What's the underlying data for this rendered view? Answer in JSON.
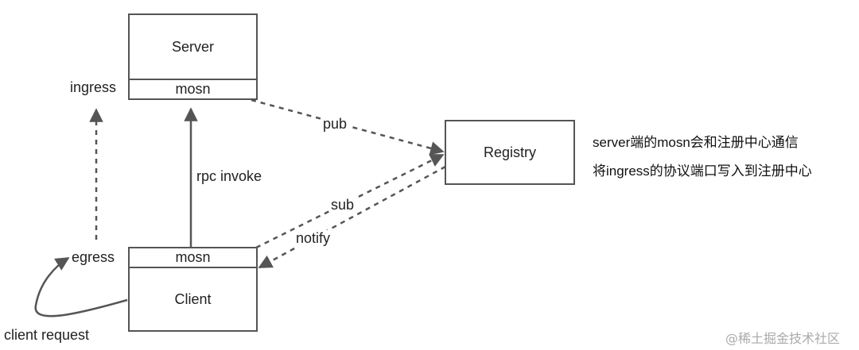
{
  "server": {
    "title": "Server",
    "proxy": "mosn"
  },
  "client": {
    "title": "Client",
    "proxy": "mosn"
  },
  "registry": {
    "title": "Registry"
  },
  "labels": {
    "ingress": "ingress",
    "egress": "egress",
    "client_request": "client request",
    "rpc_invoke": "rpc invoke",
    "pub": "pub",
    "sub": "sub",
    "notify": "notify"
  },
  "note": {
    "line1": "server端的mosn会和注册中心通信",
    "line2": "将ingress的协议端口写入到注册中心"
  },
  "watermark": "@稀土掘金技术社区",
  "colors": {
    "stroke": "#555555",
    "text": "#222222",
    "watermark": "#aaaaaa"
  }
}
